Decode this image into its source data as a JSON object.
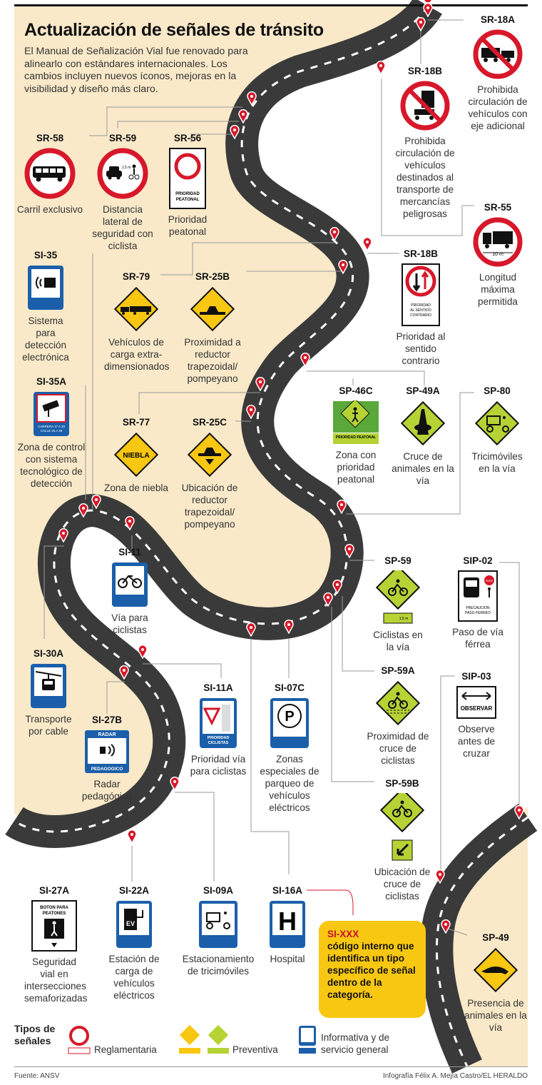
{
  "header": {
    "title": "Actualización de señales de tránsito",
    "intro": "El Manual de Señalización Vial fue renovado para alinearlo con estándares internacionales. Los cambios incluyen nuevos íconos, mejoras en la visibilidad y diseño más claro."
  },
  "signs": {
    "sr18a": {
      "code": "SR-18A",
      "desc": "Prohibida circulación de vehículos con eje adicional",
      "type": "reglamentaria",
      "icon": "truck-trailer-icon"
    },
    "sr18b": {
      "code": "SR-18B",
      "desc": "Prohibida circulación de vehículos destinados al transporte de mercancías peligrosas",
      "type": "reglamentaria",
      "icon": "hazard-truck-icon"
    },
    "sr55": {
      "code": "SR-55",
      "desc": "Longitud máxima permitida",
      "type": "reglamentaria",
      "icon": "truck-length-icon",
      "label": "10 m"
    },
    "sr58": {
      "code": "SR-58",
      "desc": "Carril exclusivo",
      "type": "reglamentaria",
      "icon": "bus-icon"
    },
    "sr59": {
      "code": "SR-59",
      "desc": "Distancia lateral de seguridad con ciclista",
      "type": "reglamentaria",
      "icon": "car-cyclist-icon",
      "label": "1,5 m"
    },
    "sr56": {
      "code": "SR-56",
      "desc": "Prioridad peatonal",
      "type": "reglamentaria",
      "icon": "pedestrian-priority-icon",
      "label": "PRIORIDAD PEATONAL"
    },
    "sr18b2": {
      "code": "SR-18B",
      "desc": "Prioridad al sentido contrario",
      "type": "reglamentaria",
      "icon": "opposite-direction-icon",
      "label": "PRIORIDAD AL SENTIDO CONTRARIO"
    },
    "si35": {
      "code": "SI-35",
      "desc": "Sistema para detección electrónica",
      "type": "informativa",
      "icon": "camera-icon"
    },
    "sr79": {
      "code": "SR-79",
      "desc": "Vehículos de carga extra-dimensionados",
      "type": "preventiva",
      "icon": "long-truck-icon"
    },
    "sr25b": {
      "code": "SR-25B",
      "desc": "Proximidad a reductor trapezoidal/ pompeyano",
      "type": "preventiva",
      "icon": "speed-bump-icon"
    },
    "si35a": {
      "code": "SI-35A",
      "desc": "Zona de control con sistema tecnológico de detección",
      "type": "informativa",
      "icon": "cctv-icon",
      "label": "CARRERA 17 A 20 CALLE 25 A 28"
    },
    "sp46c": {
      "code": "SP-46C",
      "desc": "Zona con prioridad peatonal",
      "type": "preventiva",
      "icon": "pedestrian-zone-icon",
      "label": "PRIORIDAD PEATONAL"
    },
    "sp49a": {
      "code": "SP-49A",
      "desc": "Cruce de animales en la vía",
      "type": "preventiva",
      "icon": "animal-crossing-icon"
    },
    "sp80": {
      "code": "SP-80",
      "desc": "Tricimóviles en la vía",
      "type": "preventiva",
      "icon": "tricycle-icon"
    },
    "sr77": {
      "code": "SR-77",
      "desc": "Zona de niebla",
      "type": "preventiva",
      "icon": "fog-icon",
      "label": "NIEBLA"
    },
    "sr25c": {
      "code": "SR-25C",
      "desc": "Ubicación de reductor trapezoidal/ pompeyano",
      "type": "preventiva",
      "icon": "speed-bump-arrow-icon"
    },
    "si11": {
      "code": "SI-11",
      "desc": "Vía para ciclistas",
      "type": "informativa",
      "icon": "bicycle-icon"
    },
    "sp59": {
      "code": "SP-59",
      "desc": "Ciclistas en la vía",
      "type": "preventiva",
      "icon": "cyclist-icon",
      "label": "1,5 m"
    },
    "sip02": {
      "code": "SIP-02",
      "desc": "Paso de vía férrea",
      "type": "informativa",
      "icon": "train-icon",
      "label": "PRECAUCION PASO FERREO",
      "badge": "PARE"
    },
    "si30a": {
      "code": "SI-30A",
      "desc": "Transporte por cable",
      "type": "informativa",
      "icon": "cable-car-icon"
    },
    "si11a": {
      "code": "SI-11A",
      "desc": "Prioridad vía para ciclistas",
      "type": "informativa",
      "icon": "yield-cyclists-icon",
      "label": "PRIORIDAD CICLISTAS"
    },
    "si07c": {
      "code": "SI-07C",
      "desc": "Zonas especiales de parqueo de vehículos eléctricos",
      "type": "informativa",
      "icon": "ev-parking-icon"
    },
    "sp59a": {
      "code": "SP-59A",
      "desc": "Proximidad de cruce de ciclistas",
      "type": "preventiva",
      "icon": "cyclist-crossing-icon"
    },
    "sip03": {
      "code": "SIP-03",
      "desc": "Observe antes de cruzar",
      "type": "informativa",
      "icon": "double-arrow-icon",
      "label": "OBSERVAR"
    },
    "si27b": {
      "code": "SI-27B",
      "desc": "Radar pedagógico",
      "type": "informativa",
      "icon": "radar-icon",
      "label_top": "RADAR",
      "label_bottom": "PEDAGOGICO"
    },
    "sp59b": {
      "code": "SP-59B",
      "desc": "Ubicación de cruce de ciclistas",
      "type": "preventiva",
      "icon": "cyclist-crossing-arrow-icon"
    },
    "si27a": {
      "code": "SI-27A",
      "desc": "Seguridad vial en intersecciones semaforizadas",
      "type": "informativa",
      "icon": "push-button-icon",
      "label": "BOTON PARA PEATONES"
    },
    "si22a": {
      "code": "SI-22A",
      "desc": "Estación de carga de vehículos eléctricos",
      "type": "informativa",
      "icon": "ev-charger-icon"
    },
    "si09a": {
      "code": "SI-09A",
      "desc": "Estacionamiento de tricimóviles",
      "type": "informativa",
      "icon": "tricycle-parking-icon"
    },
    "si16a": {
      "code": "SI-16A",
      "desc": "Hospital",
      "type": "informativa",
      "icon": "hospital-icon",
      "label": "H"
    },
    "sp49": {
      "code": "SP-49",
      "desc": "Presencia de animales en la vía",
      "type": "preventiva",
      "icon": "anteater-icon"
    }
  },
  "note": {
    "title": "SI-XXX",
    "text": "código interno que identifica un tipo específico de señal dentro de la categoría."
  },
  "legend": {
    "title": "Tipos de señales",
    "reglamentaria": "Reglamentaria",
    "preventiva": "Preventiva",
    "informativa": "Informativa y de servicio general"
  },
  "footer": {
    "source": "Fuente: ANSV",
    "credit": "Infografía Félix A. Mejía Castro/EL HERALDO"
  },
  "colors": {
    "cream": "#f9e9c9",
    "road": "#3a3a3a",
    "red": "#d7182a",
    "yellow": "#f8c712",
    "lime": "#b5d334",
    "blue": "#1b5faa",
    "green": "#5ba83a"
  }
}
